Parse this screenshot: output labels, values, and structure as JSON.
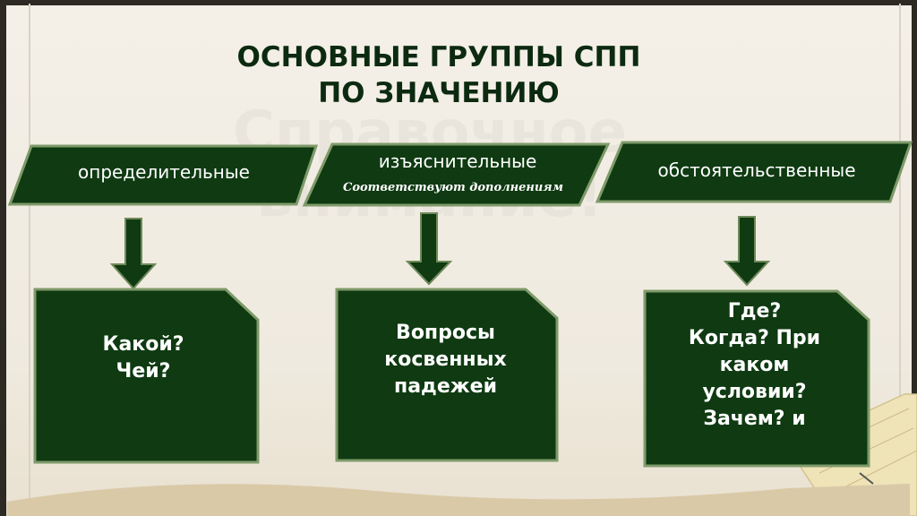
{
  "title": {
    "line1": "ОСНОВНЫЕ ГРУППЫ СПП",
    "line2": "ПО ЗНАЧЕНИЮ"
  },
  "watermark": {
    "line1": "Справочное",
    "line2": "внимание!"
  },
  "categories": [
    {
      "label": "определительные",
      "note": ""
    },
    {
      "label": "изъяснительные",
      "note": "Соответствуют дополнениям"
    },
    {
      "label": "обстоятельственные",
      "note": ""
    }
  ],
  "questions": [
    {
      "lines": [
        "Какой?",
        "Чей?"
      ]
    },
    {
      "lines": [
        "Вопросы",
        "косвенных",
        "падежей"
      ]
    },
    {
      "lines": [
        "Где?",
        "Когда? При",
        "каком",
        "условии?",
        "Зачем? и"
      ]
    }
  ],
  "colors": {
    "box_fill": "#0f3a12",
    "box_border": "#7f9a6a",
    "title_color": "#0c2a10",
    "arrow_fill": "#0f3a12"
  }
}
